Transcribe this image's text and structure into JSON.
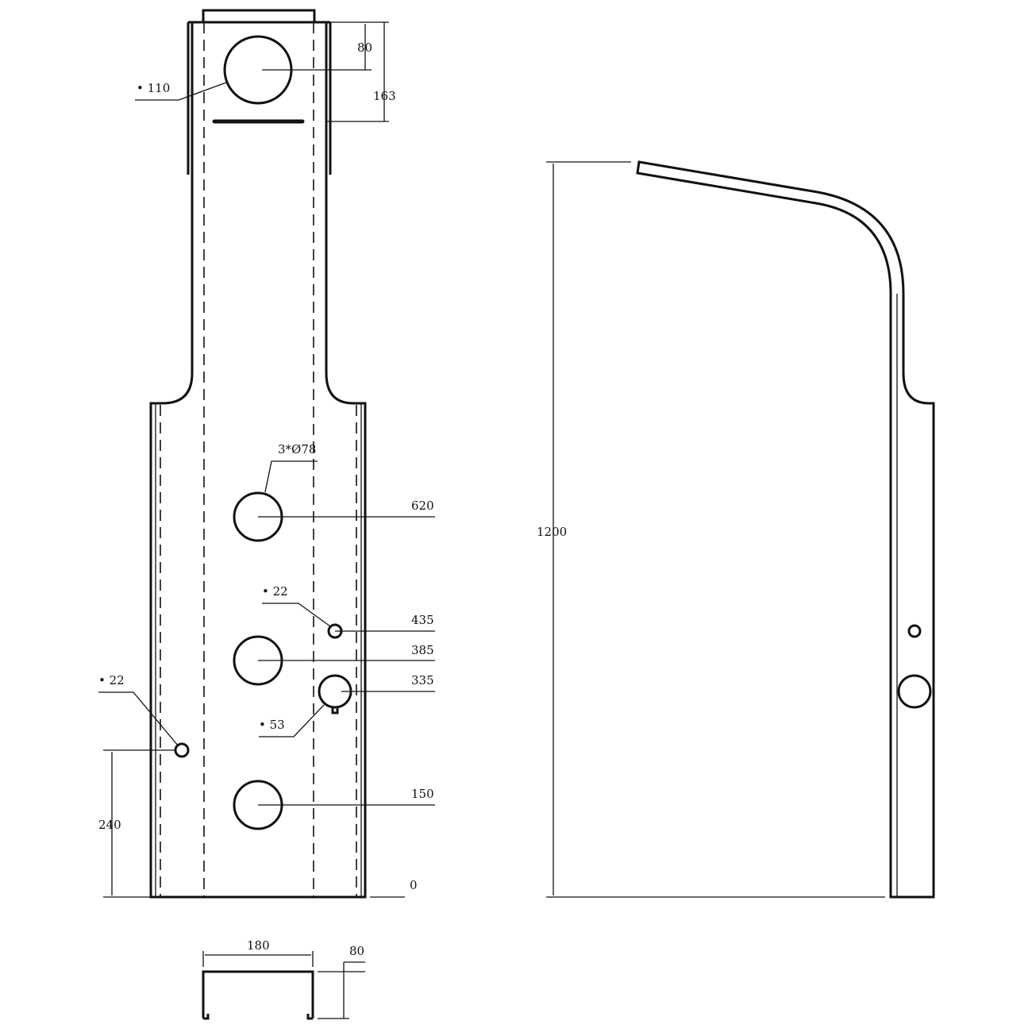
{
  "front_view": {
    "top_hole_label": "• 110",
    "dim_80_top": "80",
    "dim_163": "163",
    "holes_label": "3*Ø78",
    "small_hole_label_right": "• 22",
    "small_hole_label_left": "• 22",
    "hole_53_label": "• 53",
    "levels": [
      "620",
      "435",
      "385",
      "335",
      "150",
      "0"
    ],
    "dim_240": "240"
  },
  "side_view": {
    "height_label": "1200"
  },
  "section_view": {
    "width_label": "180",
    "depth_label": "80"
  }
}
